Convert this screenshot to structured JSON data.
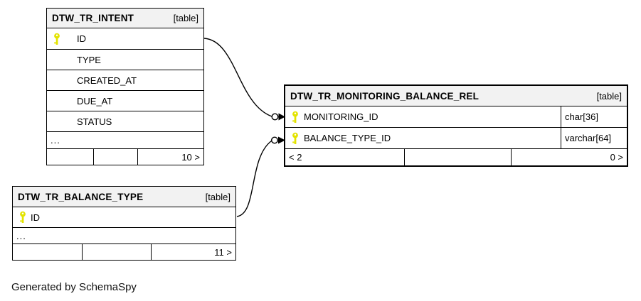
{
  "diagram": {
    "generated_note": "Generated by SchemaSpy",
    "key_color": "#e3e300",
    "header_bg": "#f2f2f2",
    "line_color": "#000000"
  },
  "tables": {
    "intent": {
      "name": "DTW_TR_INTENT",
      "tag": "[table]",
      "columns": [
        {
          "name": "ID",
          "key": true
        },
        {
          "name": "TYPE",
          "key": false
        },
        {
          "name": "CREATED_AT",
          "key": false
        },
        {
          "name": "DUE_AT",
          "key": false
        },
        {
          "name": "STATUS",
          "key": false
        }
      ],
      "ellipsis": "...",
      "footer": [
        "",
        "",
        "10 >"
      ]
    },
    "rel": {
      "name": "DTW_TR_MONITORING_BALANCE_REL",
      "tag": "[table]",
      "columns": [
        {
          "name": "MONITORING_ID",
          "type": "char[36]",
          "key": true
        },
        {
          "name": "BALANCE_TYPE_ID",
          "type": "varchar[64]",
          "key": true
        }
      ],
      "footer": [
        "< 2",
        "",
        "0 >"
      ]
    },
    "balance_type": {
      "name": "DTW_TR_BALANCE_TYPE",
      "tag": "[table]",
      "columns": [
        {
          "name": "ID",
          "key": true
        }
      ],
      "ellipsis": "...",
      "footer": [
        "",
        "",
        "11 >"
      ]
    }
  }
}
